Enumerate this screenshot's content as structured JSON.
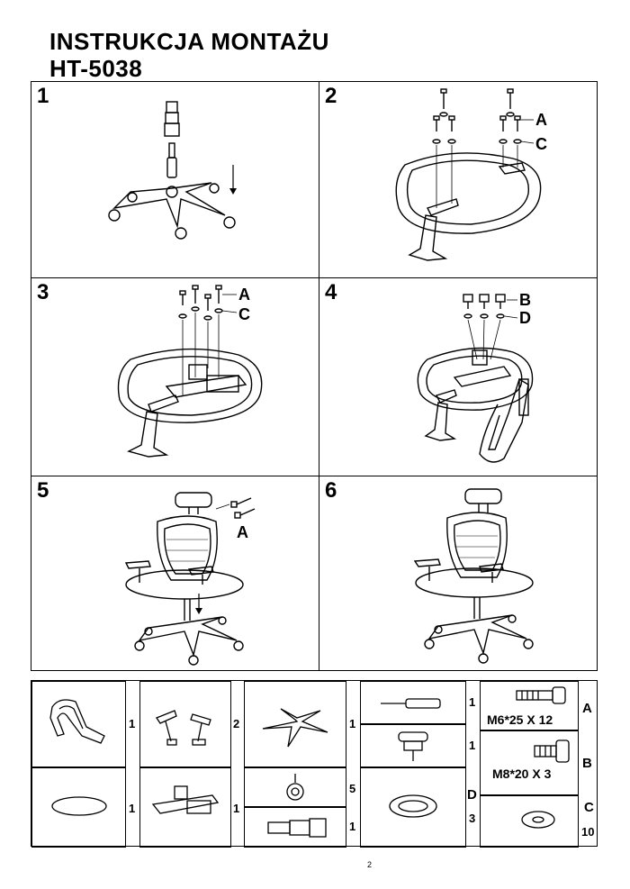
{
  "header": {
    "title": "INSTRUKCJA MONTAŻU",
    "model": "HT-5038"
  },
  "steps": [
    {
      "number": "1"
    },
    {
      "number": "2",
      "labels": [
        "A",
        "C"
      ]
    },
    {
      "number": "3",
      "labels": [
        "A",
        "C"
      ]
    },
    {
      "number": "4",
      "labels": [
        "B",
        "D"
      ]
    },
    {
      "number": "5",
      "labels": [
        "A"
      ]
    },
    {
      "number": "6"
    }
  ],
  "parts": {
    "backrest_qty": "1",
    "armrests_qty": "2",
    "base_qty": "1",
    "gas_lift_qty": "1",
    "headrest_qty": "1",
    "seat_qty": "1",
    "mechanism_qty": "1",
    "casters_qty": "5",
    "cover_qty": "1",
    "washer_d_qty": "3",
    "washer_c_qty": "10",
    "screw_a_spec": "M6*25 X 12",
    "screw_b_spec": "M8*20 X 3",
    "label_a": "A",
    "label_b": "B",
    "label_c": "C",
    "label_d": "D"
  },
  "footer": {
    "page": "2"
  }
}
